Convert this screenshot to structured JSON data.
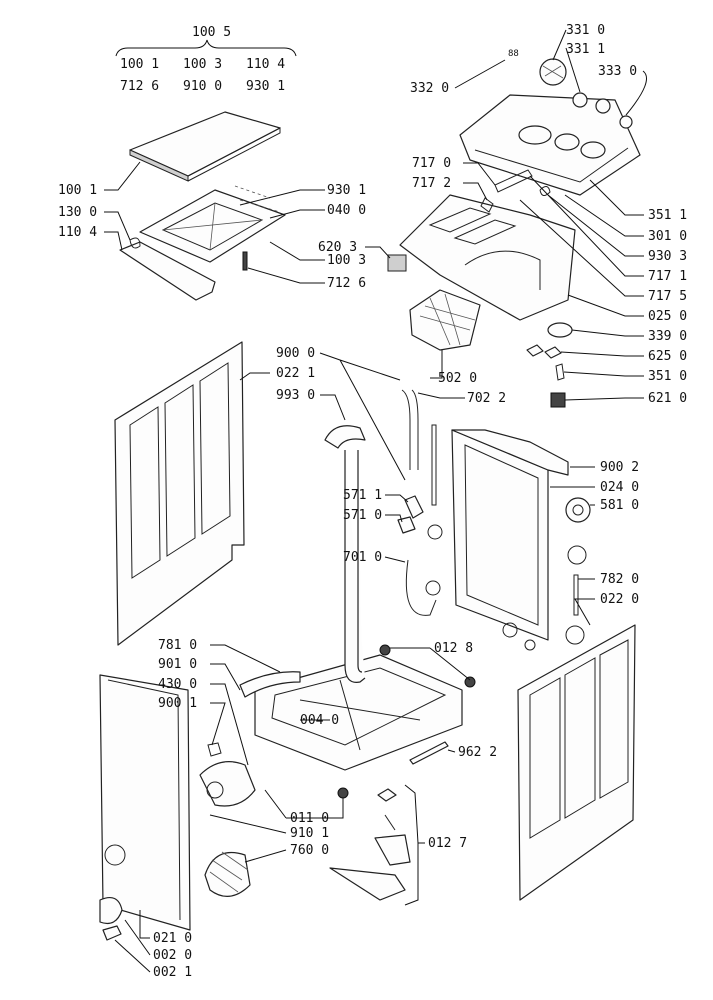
{
  "header": {
    "top": "100 5",
    "row1": [
      "100 1",
      "100 3",
      "110 4"
    ],
    "row2": [
      "712 6",
      "910 0",
      "930 1"
    ]
  },
  "callouts": [
    {
      "id": "c3310",
      "text": "331 0"
    },
    {
      "id": "c3311",
      "text": "331 1"
    },
    {
      "id": "c3330",
      "text": "333 0"
    },
    {
      "id": "c3320",
      "text": "332 0"
    },
    {
      "id": "c3320n",
      "text": "88"
    },
    {
      "id": "c1001",
      "text": "100 1"
    },
    {
      "id": "c1300",
      "text": "130 0"
    },
    {
      "id": "c1104",
      "text": "110 4"
    },
    {
      "id": "c9301",
      "text": "930 1"
    },
    {
      "id": "c0400",
      "text": "040 0"
    },
    {
      "id": "c1003",
      "text": "100 3"
    },
    {
      "id": "c7126",
      "text": "712 6"
    },
    {
      "id": "c6203",
      "text": "620 3"
    },
    {
      "id": "c7170",
      "text": "717 0"
    },
    {
      "id": "c7172",
      "text": "717 2"
    },
    {
      "id": "c3511a",
      "text": "351 1"
    },
    {
      "id": "c3010",
      "text": "301 0"
    },
    {
      "id": "c9303",
      "text": "930 3"
    },
    {
      "id": "c7171",
      "text": "717 1"
    },
    {
      "id": "c7175",
      "text": "717 5"
    },
    {
      "id": "c0250",
      "text": "025 0"
    },
    {
      "id": "c3390",
      "text": "339 0"
    },
    {
      "id": "c6250",
      "text": "625 0"
    },
    {
      "id": "c3510",
      "text": "351 0"
    },
    {
      "id": "c6210",
      "text": "621 0"
    },
    {
      "id": "c5020",
      "text": "502 0"
    },
    {
      "id": "c9000a",
      "text": "900 0"
    },
    {
      "id": "c0221",
      "text": "022 1"
    },
    {
      "id": "c9930",
      "text": "993 0"
    },
    {
      "id": "c7022",
      "text": "702 2"
    },
    {
      "id": "c9002",
      "text": "900 2"
    },
    {
      "id": "c0240",
      "text": "024 0"
    },
    {
      "id": "c5810",
      "text": "581 0"
    },
    {
      "id": "c5711",
      "text": "571 1"
    },
    {
      "id": "c5710",
      "text": "571 0"
    },
    {
      "id": "c7010",
      "text": "701 0"
    },
    {
      "id": "c7820",
      "text": "782 0"
    },
    {
      "id": "c0220",
      "text": "022 0"
    },
    {
      "id": "c7810",
      "text": "781 0"
    },
    {
      "id": "c0128",
      "text": "012 8"
    },
    {
      "id": "c9010",
      "text": "901 0"
    },
    {
      "id": "c4300",
      "text": "430 0"
    },
    {
      "id": "c9001",
      "text": "900 1"
    },
    {
      "id": "c0040",
      "text": "004 0"
    },
    {
      "id": "c9622",
      "text": "962 2"
    },
    {
      "id": "c0110",
      "text": "011 0"
    },
    {
      "id": "c9101",
      "text": "910 1"
    },
    {
      "id": "c7600",
      "text": "760 0"
    },
    {
      "id": "c0127",
      "text": "012 7"
    },
    {
      "id": "c0210",
      "text": "021 0"
    },
    {
      "id": "c0020",
      "text": "002 0"
    },
    {
      "id": "c0021",
      "text": "002 1"
    }
  ]
}
